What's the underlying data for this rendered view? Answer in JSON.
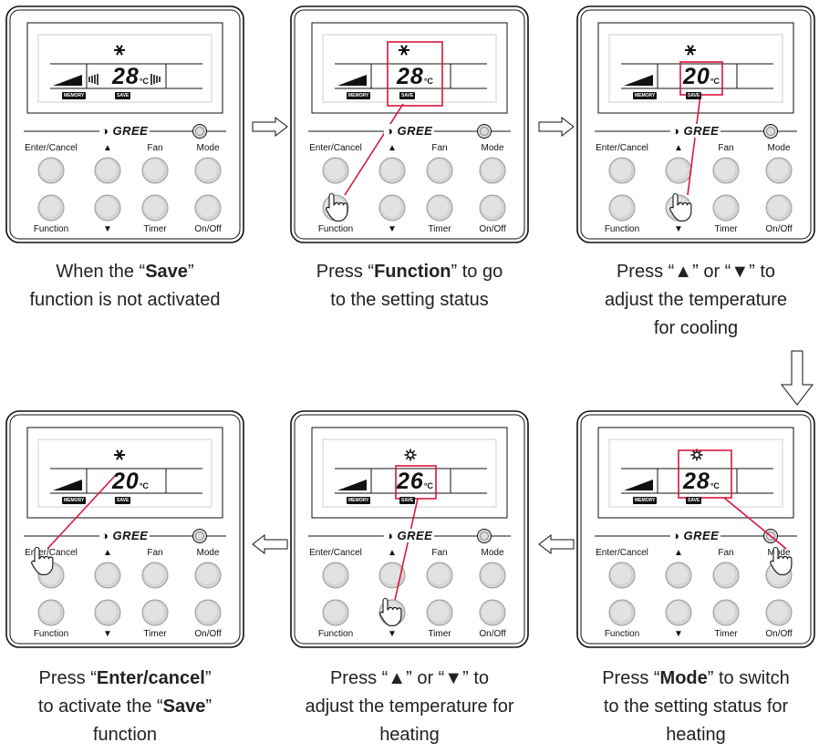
{
  "remote": {
    "brand": "GREE",
    "buttons": {
      "enter_cancel": "Enter/Cancel",
      "up": "▲",
      "fan": "Fan",
      "mode": "Mode",
      "function": "Function",
      "down": "▼",
      "timer": "Timer",
      "on_off": "On/Off"
    },
    "tags": {
      "memory": "MEMORY",
      "save": "SAVE"
    },
    "unit": "°C"
  },
  "panels": [
    {
      "temp": "28",
      "mode_icon": "snowflake-icon"
    },
    {
      "temp": "28",
      "mode_icon": "snowflake-icon"
    },
    {
      "temp": "20",
      "mode_icon": "snowflake-icon"
    },
    {
      "temp": "20",
      "mode_icon": "snowflake-icon"
    },
    {
      "temp": "26",
      "mode_icon": "sun-icon"
    },
    {
      "temp": "28",
      "mode_icon": "sun-icon"
    }
  ],
  "captions": [
    {
      "parts": [
        [
          "When the “",
          false
        ],
        [
          "Save",
          true
        ],
        [
          "”",
          false
        ],
        [
          "\n",
          false
        ],
        [
          "function is not activated",
          false
        ]
      ]
    },
    {
      "parts": [
        [
          "Press “",
          false
        ],
        [
          "Function",
          true
        ],
        [
          "” to go",
          false
        ],
        [
          "\n",
          false
        ],
        [
          "to the setting status",
          false
        ]
      ]
    },
    {
      "parts": [
        [
          "Press “▲” or “▼” to",
          false
        ],
        [
          "\n",
          false
        ],
        [
          "adjust the temperature",
          false
        ],
        [
          "\n",
          false
        ],
        [
          "for cooling",
          false
        ]
      ]
    },
    {
      "parts": [
        [
          "Press “",
          false
        ],
        [
          "Enter/cancel",
          true
        ],
        [
          "”",
          false
        ],
        [
          "\n",
          false
        ],
        [
          "to activate the “",
          false
        ],
        [
          "Save",
          true
        ],
        [
          "”",
          false
        ],
        [
          "\n",
          false
        ],
        [
          "function",
          false
        ]
      ]
    },
    {
      "parts": [
        [
          "Press “▲” or “▼” to",
          false
        ],
        [
          "\n",
          false
        ],
        [
          "adjust the temperature for",
          false
        ],
        [
          "\n",
          false
        ],
        [
          "heating",
          false
        ]
      ]
    },
    {
      "parts": [
        [
          "Press “",
          false
        ],
        [
          "Mode",
          true
        ],
        [
          "” to switch",
          false
        ],
        [
          "\n",
          false
        ],
        [
          "to the setting status for",
          false
        ],
        [
          "\n",
          false
        ],
        [
          "heating",
          false
        ]
      ]
    }
  ],
  "colors": {
    "highlight": "#d8173b",
    "button_gray": "#d4d4d4",
    "outline": "#111111"
  }
}
